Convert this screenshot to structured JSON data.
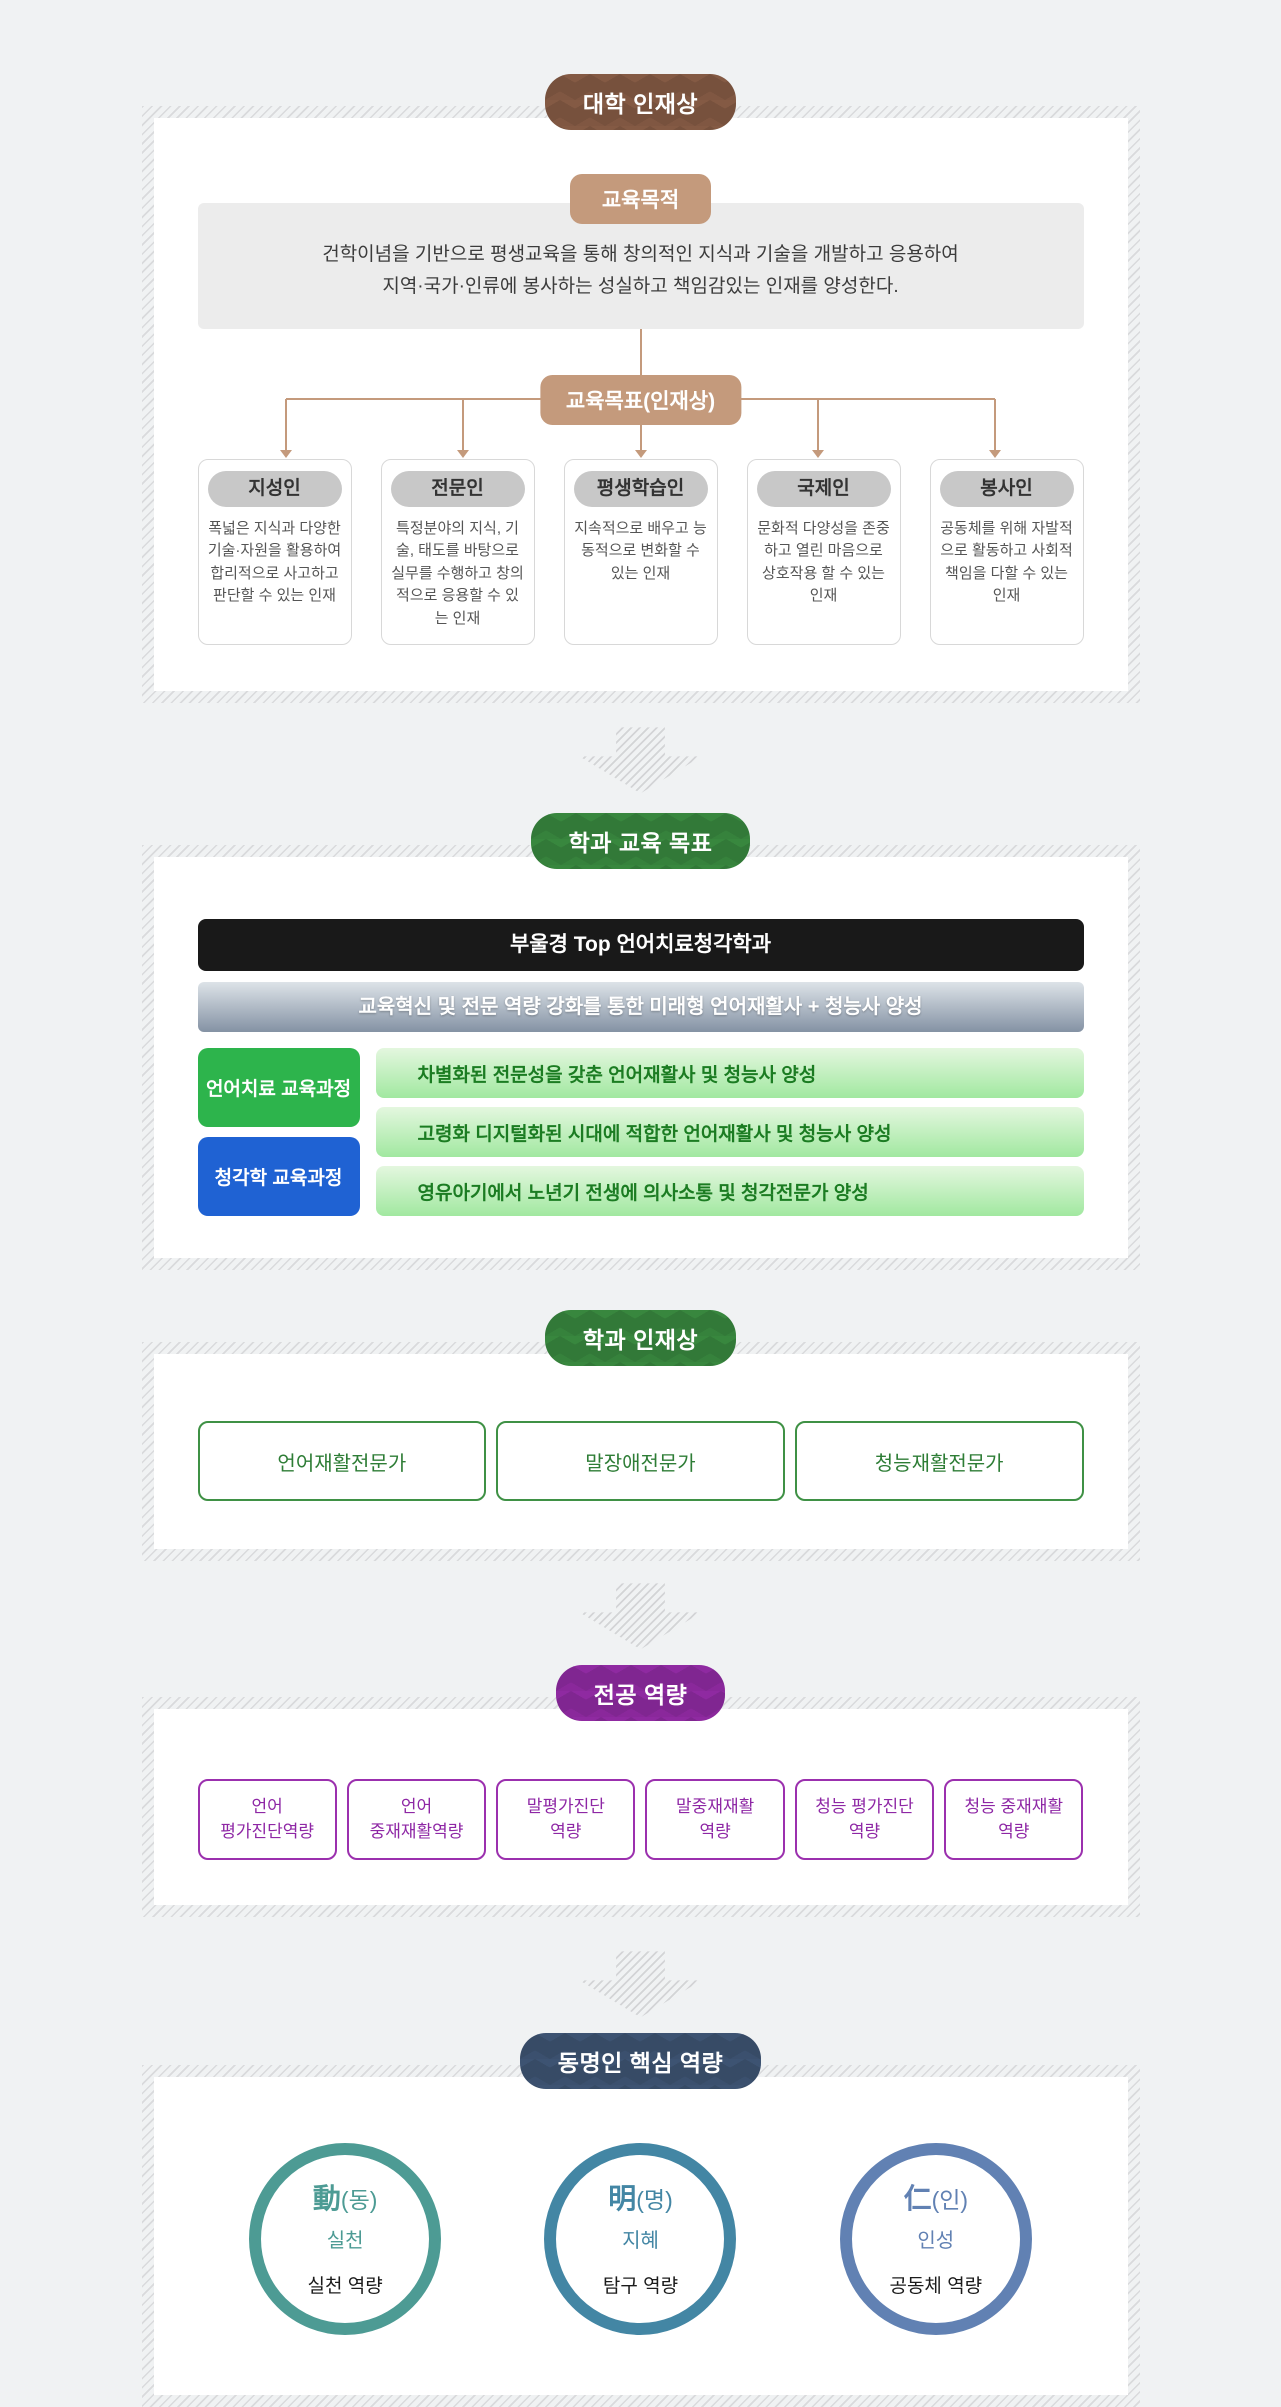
{
  "colors": {
    "page_background": "#f0f2f3",
    "university_badge": "#8e6149",
    "university_accent": "#c49a7c",
    "green_badge": "#3c9143",
    "purple_badge": "#9a2dad",
    "slate_badge": "#42597b",
    "track_green": "#2db44c",
    "track_blue": "#1f62d3",
    "headline_black": "#191919",
    "circle_teal": "#4d9b94",
    "circle_blue_teal": "#4386a4",
    "circle_slate": "#6181b3"
  },
  "university": {
    "badge": "대학 인재상",
    "purpose_badge": "교육목적",
    "purpose_line1": "건학이념을 기반으로 평생교육을 통해 창의적인 지식과 기술을 개발하고 응용하여",
    "purpose_line2": "지역·국가·인류에 봉사하는 성실하고 책임감있는 인재를 양성한다.",
    "goals_badge": "교육목표(인재상)",
    "goals": [
      {
        "title": "지성인",
        "desc": "폭넓은 지식과 다양한 기술·자원을 활용하여 합리적으로 사고하고 판단할 수 있는 인재"
      },
      {
        "title": "전문인",
        "desc": "특정분야의 지식, 기술, 태도를 바탕으로 실무를 수행하고 창의적으로 응용할 수 있는 인재"
      },
      {
        "title": "평생학습인",
        "desc": "지속적으로 배우고 능동적으로 변화할 수 있는 인재"
      },
      {
        "title": "국제인",
        "desc": "문화적 다양성을 존중하고 열린 마음으로 상호작용 할 수 있는 인재"
      },
      {
        "title": "봉사인",
        "desc": "공동체를 위해 자발적으로 활동하고 사회적 책임을 다할 수 있는인재"
      }
    ]
  },
  "dept_goals": {
    "badge": "학과 교육 목표",
    "headline": "부울경 Top 언어치료청각학과",
    "subheadline": "교육혁신 및 전문 역량 강화를 통한 미래형 언어재활사 + 청능사 양성",
    "track1_label": "언어치료 교육과정",
    "track2_label": "청각학 교육과정",
    "rows": [
      "차별화된 전문성을 갖춘 언어재활사 및 청능사 양성",
      "고령화 디지털화된 시대에 적합한 언어재활사 및 청능사 양성",
      "영유아기에서 노년기 전생에 의사소통 및 청각전문가 양성"
    ]
  },
  "dept_talent": {
    "badge": "학과 인재상",
    "items": [
      "언어재활전문가",
      "말장애전문가",
      "청능재활전문가"
    ]
  },
  "major_competency": {
    "badge": "전공 역량",
    "items": [
      {
        "line1": "언어",
        "line2": "평가진단역량"
      },
      {
        "line1": "언어",
        "line2": "중재재활역량"
      },
      {
        "line1": "말평가진단",
        "line2": "역량"
      },
      {
        "line1": "말중재재활",
        "line2": "역량"
      },
      {
        "line1": "청능 평가진단",
        "line2": "역량"
      },
      {
        "line1": "청능 중재재활",
        "line2": "역량"
      }
    ]
  },
  "core_competency": {
    "badge": "동명인 핵심 역량",
    "items": [
      {
        "hanja": "動",
        "paren": "(동)",
        "word": "실천",
        "label": "실천 역량"
      },
      {
        "hanja": "明",
        "paren": "(명)",
        "word": "지혜",
        "label": "탐구 역량"
      },
      {
        "hanja": "仁",
        "paren": "(인)",
        "word": "인성",
        "label": "공동체 역량"
      }
    ]
  }
}
